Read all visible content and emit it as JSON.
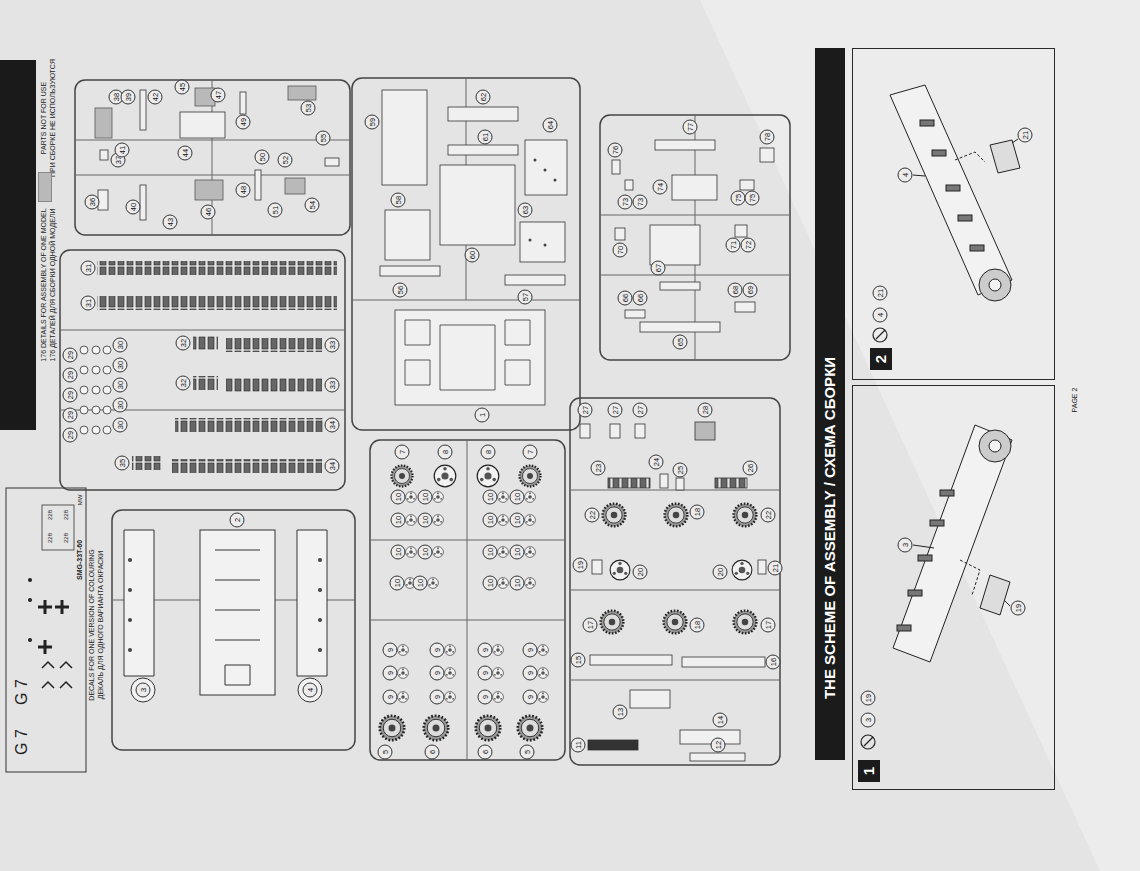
{
  "diagram": {
    "nodes": [
      {
        "text": [
          "THE SCHEME OF ASSEMBLY / СХЕМА СБОРКИ"
        ]
      },
      {
        "text": [
          "1"
        ]
      },
      {
        "text": [
          "2"
        ]
      }
    ],
    "labels": [
      "176 DETAILS FOR ASSEMBLY OF ONE MODEL",
      "176 ДЕТАЛЕЙ ДЛЯ СБОРКИ ОДНОЙ МОДЕЛИ",
      "ПРИ СБОРКЕ НЕ ИСПОЛЬЗУЮТСЯ",
      "DECALS FOR ONE VERSION OF COLOURING",
      "ДЕКАЛЬ ДЛЯ ОДНОГО ВАРИАНТА ОКРАСКИ",
      "SMG-33T-60",
      "MW",
      "G 7",
      "G 7",
      "228",
      "228",
      "228",
      "228",
      "PAGE 2",
      "36",
      "37",
      "38",
      "39",
      "40",
      "41",
      "42",
      "43",
      "44",
      "45",
      "46",
      "47",
      "48",
      "49",
      "50",
      "51",
      "52",
      "53",
      "54",
      "55",
      "31",
      "31",
      "29",
      "29",
      "29",
      "29",
      "29",
      "30",
      "30",
      "30",
      "30",
      "30",
      "32",
      "32",
      "33",
      "33",
      "34",
      "34",
      "35",
      "2",
      "3",
      "4",
      "7",
      "8",
      "8",
      "7",
      "10",
      "10",
      "10",
      "10",
      "10",
      "10",
      "10",
      "10",
      "10",
      "10",
      "10",
      "10",
      "10",
      "10",
      "10",
      "10",
      "9",
      "9",
      "9",
      "9",
      "9",
      "9",
      "9",
      "9",
      "9",
      "9",
      "9",
      "9",
      "5",
      "6",
      "6",
      "5",
      "27",
      "27",
      "27",
      "28",
      "23",
      "24",
      "25",
      "26",
      "22",
      "18",
      "22",
      "19",
      "20",
      "20",
      "21",
      "17",
      "18",
      "17",
      "15",
      "16",
      "13",
      "14",
      "11",
      "12",
      "76",
      "77",
      "78",
      "73",
      "73",
      "74",
      "75",
      "75",
      "70",
      "71",
      "72",
      "67",
      "66",
      "66",
      "68",
      "69",
      "65",
      "59",
      "62",
      "61",
      "64",
      "58",
      "63",
      "60",
      "56",
      "57",
      "1",
      "3",
      "19",
      "3",
      "19",
      "4",
      "21",
      "4",
      "21"
    ],
    "legend": [
      {
        "text": "PARTS NOT FOR USE",
        "color": "#b9b9b9"
      }
    ]
  }
}
